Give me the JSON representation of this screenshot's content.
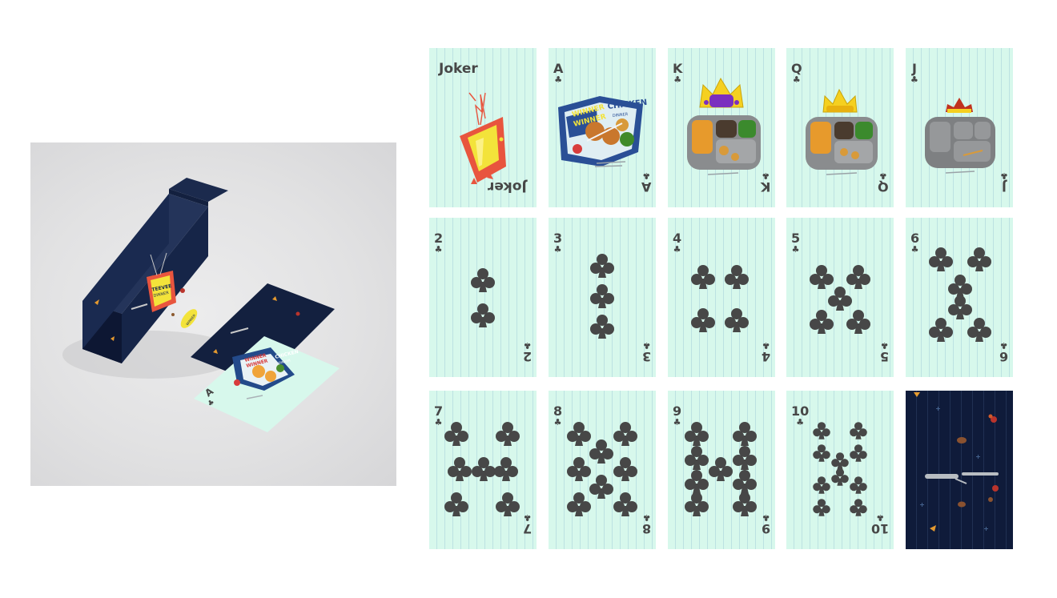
{
  "mockup": {
    "box_label_lines": [
      "TEEVEE",
      "DINNER"
    ],
    "box_sub_label": "WINNER",
    "card_rank": "A",
    "card_suit": "♣",
    "card_art_text": [
      "WINNER",
      "WINNER",
      "CHICKEN",
      "DINNER"
    ]
  },
  "palette": {
    "card_face": "#d7f8ec",
    "card_back": "#0f1b3a",
    "ink": "#474747",
    "tv_red": "#e8553e",
    "tv_yellow": "#f3e33a",
    "crown_gold": "#f5d020",
    "crown_purple": "#7b2fbf",
    "tray_gray": "#8a8c8e"
  },
  "cards": [
    {
      "id": "joker",
      "label": "Joker",
      "art": "tv-icon"
    },
    {
      "id": "ace",
      "rank": "A",
      "suit": "♣",
      "art": "tv-dinner-box",
      "art_text": [
        "WINNER",
        "WINNER",
        "CHICKEN",
        "DINNER"
      ]
    },
    {
      "id": "king",
      "rank": "K",
      "suit": "♣",
      "art": "crowned-tray-king"
    },
    {
      "id": "queen",
      "rank": "Q",
      "suit": "♣",
      "art": "crowned-tray-queen"
    },
    {
      "id": "jack",
      "rank": "J",
      "suit": "♣",
      "art": "crowned-tray-jack"
    },
    {
      "id": "two",
      "rank": "2",
      "suit": "♣"
    },
    {
      "id": "three",
      "rank": "3",
      "suit": "♣"
    },
    {
      "id": "four",
      "rank": "4",
      "suit": "♣"
    },
    {
      "id": "five",
      "rank": "5",
      "suit": "♣"
    },
    {
      "id": "six",
      "rank": "6",
      "suit": "♣"
    },
    {
      "id": "seven",
      "rank": "7",
      "suit": "♣"
    },
    {
      "id": "eight",
      "rank": "8",
      "suit": "♣"
    },
    {
      "id": "nine",
      "rank": "9",
      "suit": "♣"
    },
    {
      "id": "ten",
      "rank": "10",
      "suit": "♣"
    },
    {
      "id": "back",
      "art": "card-back-pattern"
    }
  ]
}
